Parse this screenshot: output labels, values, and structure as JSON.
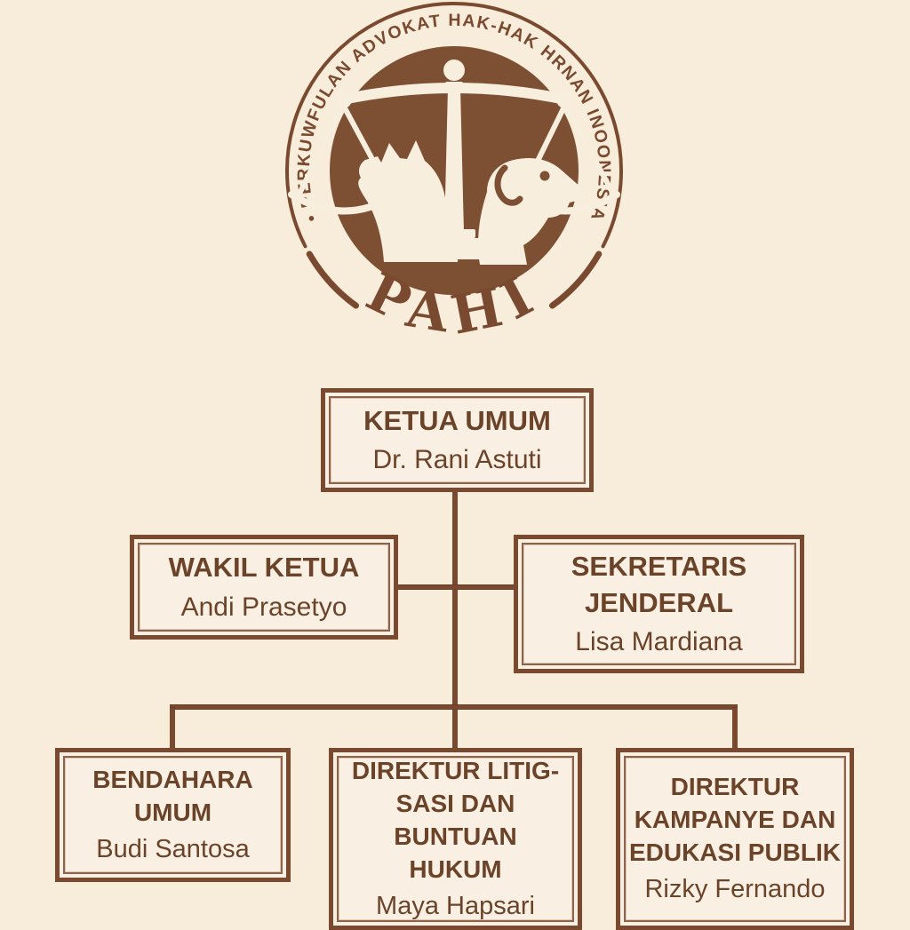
{
  "theme": {
    "background": "#f8ecda",
    "box_background": "#f9efe2",
    "line_brown": "#7a4a30",
    "emblem_brown": "#7d4f33",
    "text_brown": "#6b4329",
    "figure_cream": "#f8eedd"
  },
  "logo": {
    "ring_text": "• PERKUWFULAN ADVOKAT HAK-HAK HRNAN INOONESIA",
    "acronym": "PAHI",
    "icons": {
      "scales": "scales-of-justice-icon",
      "cat": "cat-silhouette-icon",
      "dog": "dog-silhouette-icon"
    }
  },
  "org_chart": {
    "nodes": [
      {
        "id": "ketua-umum",
        "title": "KETUA UMUM",
        "name": "Dr. Rani Astuti"
      },
      {
        "id": "wakil-ketua",
        "title": "WAKIL KETUA",
        "name": "Andi Prasetyo"
      },
      {
        "id": "sekretaris-jenderal",
        "title": "SEKRETARIS\nJENDERAL",
        "name": "Lisa Mardiana"
      },
      {
        "id": "bendahara-umum",
        "title": "BENDAHARA\nUMUM",
        "name": "Budi Santosa"
      },
      {
        "id": "direktur-litigasi",
        "title": "DIREKTUR LITIG-\nSASI DAN BUNTUAN\nHUKUM",
        "name": "Maya Hapsari"
      },
      {
        "id": "direktur-kampanye",
        "title": "DIREKTUR\nKAMPANYE DAN\nEDUKASI PUBLIK",
        "name": "Rizky Fernando"
      }
    ]
  }
}
